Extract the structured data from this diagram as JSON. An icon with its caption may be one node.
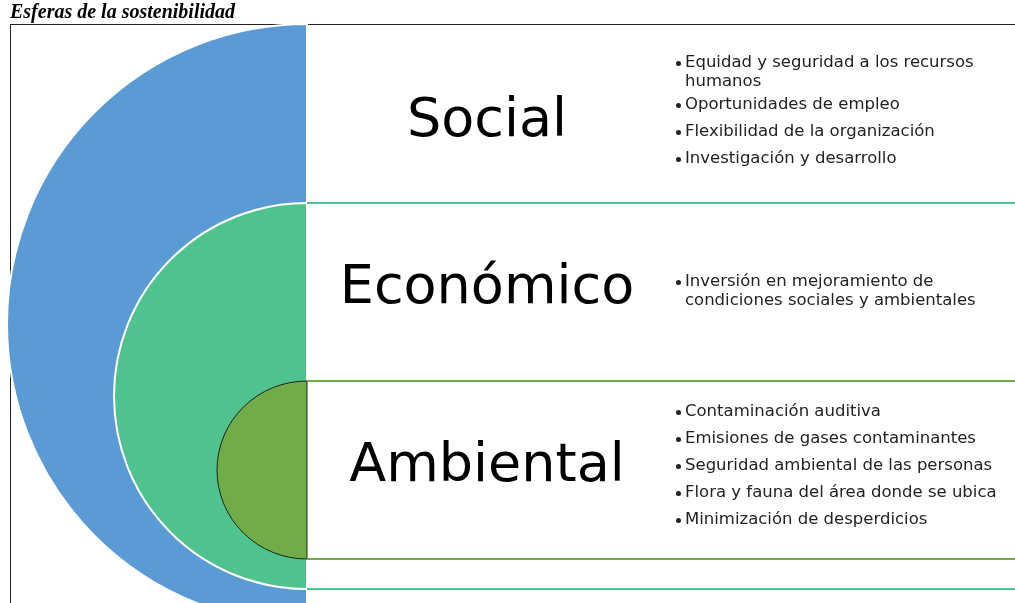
{
  "diagram": {
    "title": "Esferas de la sostenibilidad",
    "nodes": [
      {
        "text": [
          "Social",
          "Equidad y seguridad a los recursos humanos",
          "Oportunidades de empleo",
          "Flexibilidad de la organización",
          "Investigación y desarrollo"
        ]
      },
      {
        "text": [
          "Económico",
          "Inversión en mejoramiento de condiciones sociales y ambientales"
        ]
      },
      {
        "text": [
          "Ambiental",
          "Contaminación auditiva",
          "Emisiones de gases contaminantes",
          "Seguridad ambiental de las personas",
          "Flora y fauna del área donde se ubica",
          "Minimización de desperdicios"
        ]
      }
    ]
  }
}
